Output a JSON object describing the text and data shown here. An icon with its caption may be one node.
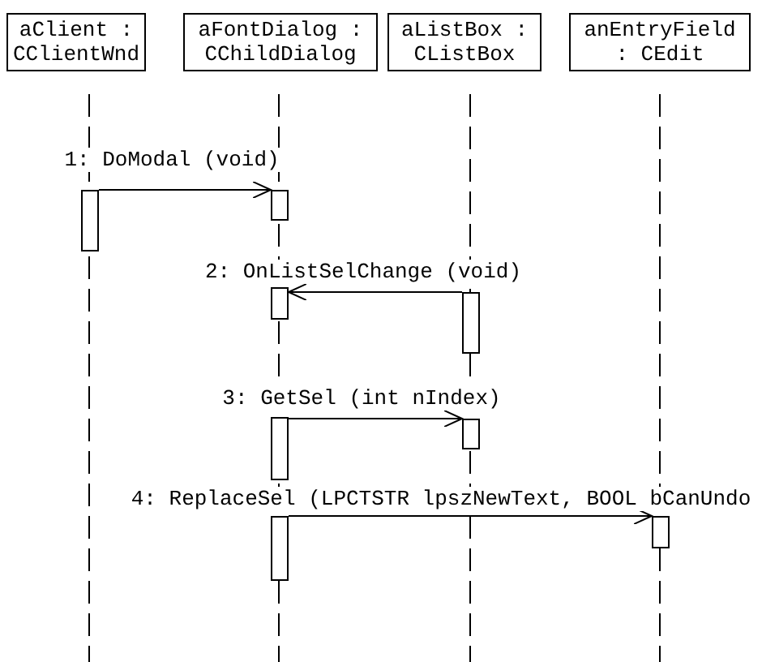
{
  "diagram": {
    "nodes": [
      {
        "text": [
          "aClient :",
          "CClientWnd"
        ]
      },
      {
        "text": [
          "aFontDialog :",
          "CChildDialog"
        ]
      },
      {
        "text": [
          "aListBox :",
          "CListBox"
        ]
      },
      {
        "text": [
          "anEntryField",
          ": CEdit"
        ]
      },
      {
        "text": [],
        "shape": "bar"
      },
      {
        "text": [],
        "shape": "bar"
      },
      {
        "text": [],
        "shape": "bar"
      },
      {
        "text": [],
        "shape": "bar"
      },
      {
        "text": [],
        "shape": "bar"
      },
      {
        "text": [],
        "shape": "bar"
      },
      {
        "text": [],
        "shape": "bar"
      },
      {
        "text": [],
        "shape": "bar"
      }
    ],
    "edges": [
      {
        "from": 4,
        "to": 5,
        "arrow": "to",
        "label": "1: DoModal (void)"
      },
      {
        "from": 7,
        "to": 6,
        "arrow": "to",
        "label": "2: OnListSelChange (void)"
      },
      {
        "from": 8,
        "to": 9,
        "arrow": "to",
        "label": "3: GetSel (int nIndex)"
      },
      {
        "from": 10,
        "to": 11,
        "arrow": "to",
        "label": "4: ReplaceSel (LPCTSTR lpszNewText, BOOL bCanUndo"
      }
    ]
  }
}
